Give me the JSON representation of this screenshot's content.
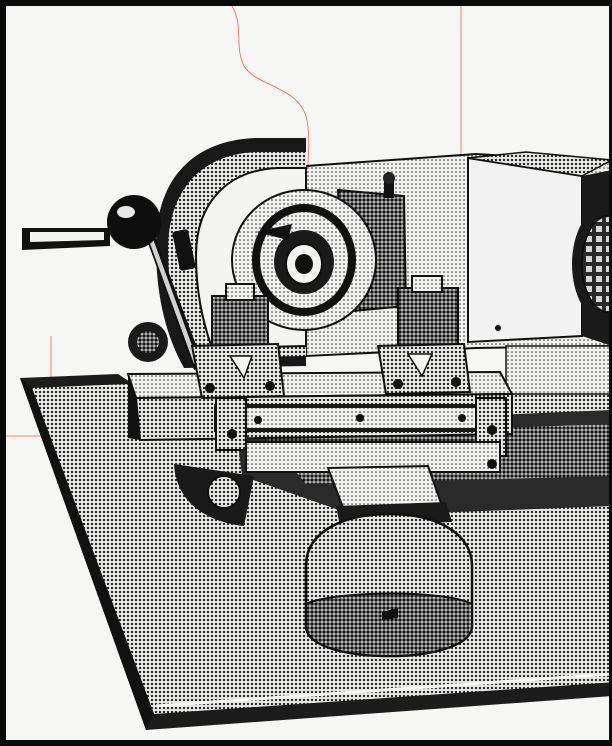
{
  "figure": {
    "subject": "machine-illustration",
    "style": "halftone-line-drawing",
    "colors": {
      "ink": "#0b0b0b",
      "paper": "#f6f6f4",
      "screen_light": "#c9c9c9",
      "screen_dark": "#4a4a4a",
      "registration_line": "#e0453a"
    },
    "parts": [
      "lever-handle",
      "lever-knob",
      "wheel-housing",
      "chuck-collet",
      "motor-cover",
      "fan-grille",
      "tool-post-left",
      "tool-post-right",
      "cross-slide",
      "pedestal-foot",
      "drip-tray"
    ]
  }
}
